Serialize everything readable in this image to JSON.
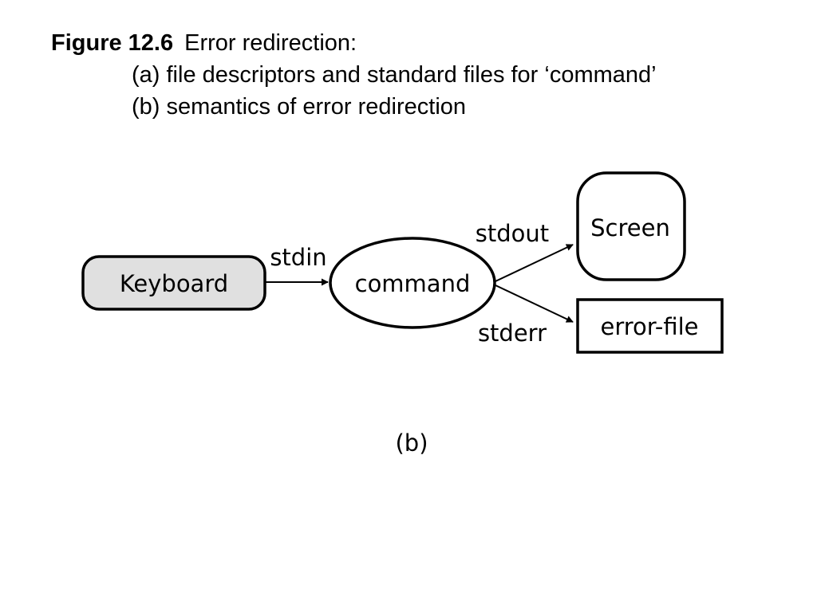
{
  "caption": {
    "figure_label": "Figure 12.6",
    "title": "Error redirection:",
    "part_a": "(a) file descriptors and standard files for ‘command’",
    "part_b": "(b) semantics of error redirection"
  },
  "diagram": {
    "nodes": {
      "keyboard": {
        "label": "Keyboard",
        "fill": "#e0e0e0"
      },
      "command": {
        "label": "command"
      },
      "screen": {
        "label": "Screen"
      },
      "error_file": {
        "label": "error-file"
      }
    },
    "edges": {
      "stdin": {
        "label": "stdin"
      },
      "stdout": {
        "label": "stdout"
      },
      "stderr": {
        "label": "stderr"
      }
    },
    "sublabel": "(b)"
  }
}
